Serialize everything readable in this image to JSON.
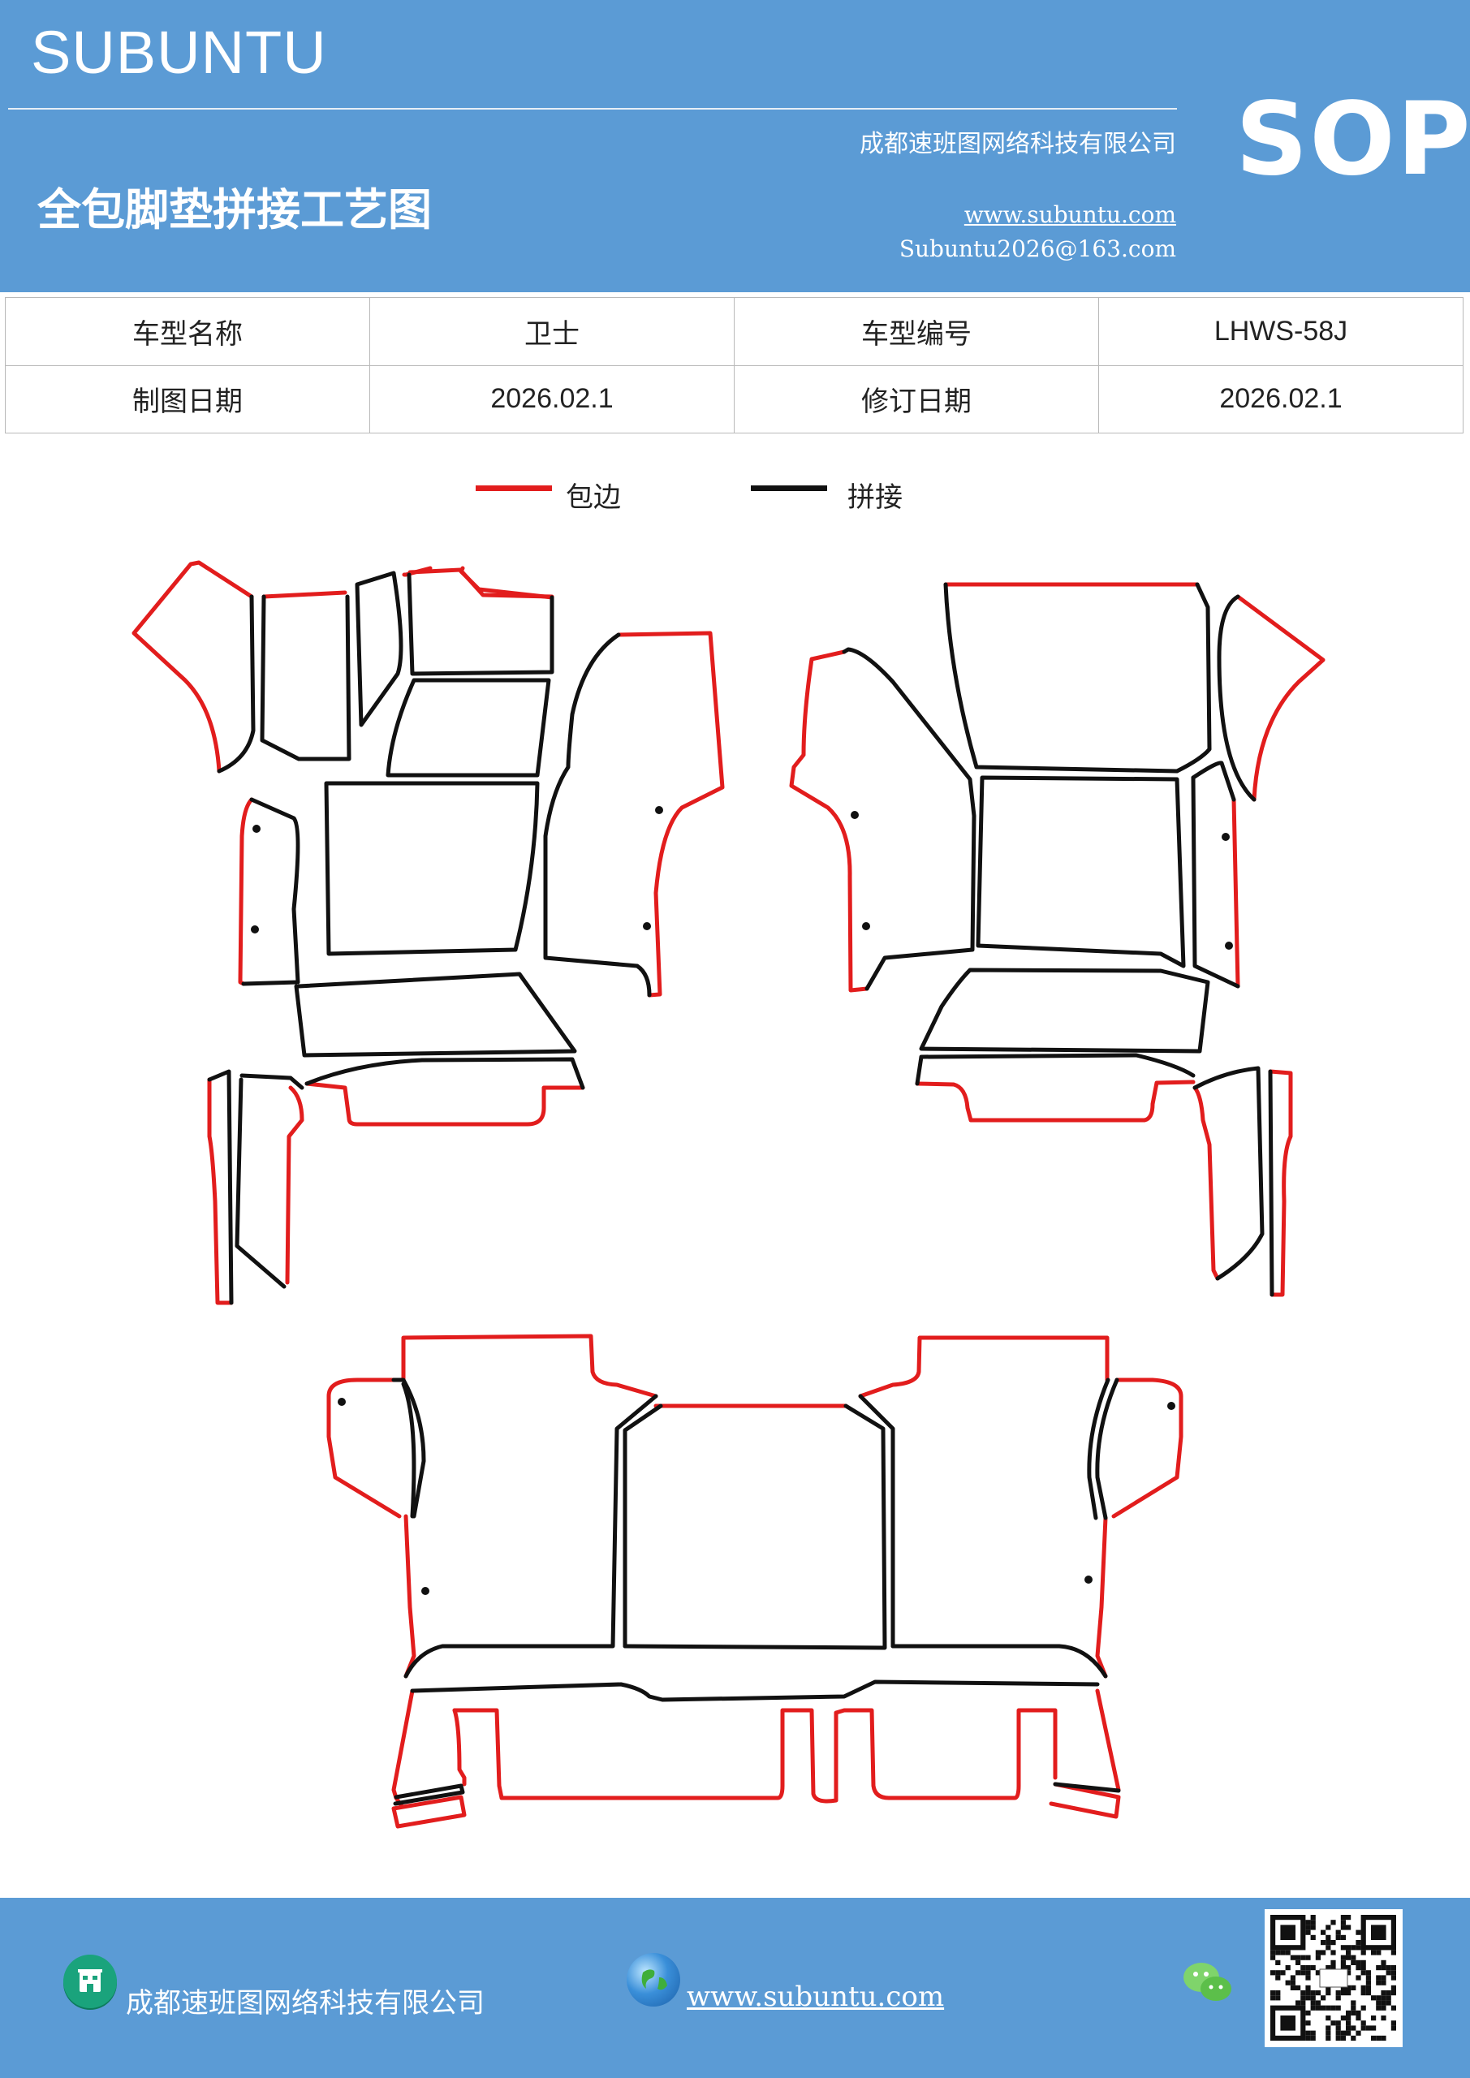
{
  "header": {
    "brand": "SUBUNTU",
    "company": "成都速班图网络科技有限公司",
    "doc_title": "全包脚垫拼接工艺图",
    "website": "www.subuntu.com",
    "email": "Subuntu2026@163.com",
    "badge": "SOP"
  },
  "info_table": {
    "rows": [
      {
        "k1": "车型名称",
        "v1": "卫士",
        "k2": "车型编号",
        "v2": "LHWS-58J"
      },
      {
        "k1": "制图日期",
        "v1": "2026.02.1",
        "k2": "修订日期",
        "v2": "2026.02.1"
      }
    ]
  },
  "legend": {
    "edge_label": "包边",
    "edge_color": "#e21d1d",
    "splice_label": "拼接",
    "splice_color": "#111111"
  },
  "footer": {
    "company": "成都速班图网络科技有限公司",
    "website": "www.subuntu.com",
    "icons": [
      "building-icon",
      "globe-icon",
      "wechat-icon",
      "qr-code"
    ]
  },
  "colors": {
    "header_bg": "#5b9bd5",
    "footer_bg": "#5b9bd5"
  }
}
